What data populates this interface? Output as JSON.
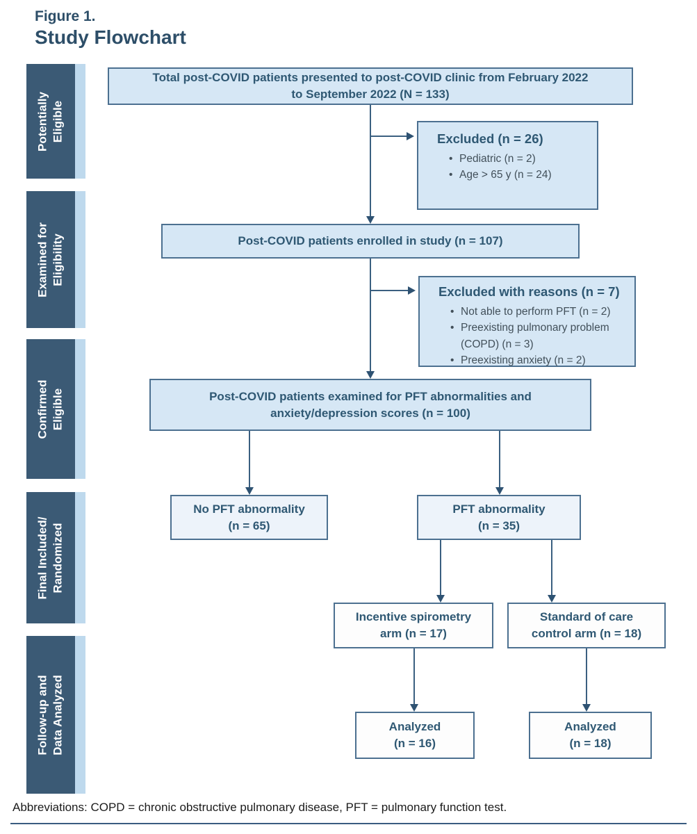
{
  "figure": {
    "label": "Figure 1.",
    "title": "Study Flowchart"
  },
  "stages": [
    {
      "label": "Potentially\nEligible"
    },
    {
      "label": "Examined for\nEligibility"
    },
    {
      "label": "Confirmed\nEligible"
    },
    {
      "label": "Final Included/\nRandomized"
    },
    {
      "label": "Follow-up and\nData Analyzed"
    }
  ],
  "nodes": {
    "total": {
      "text": "Total post-COVID patients presented to post-COVID clinic from February 2022\nto September 2022 (N = 133)"
    },
    "excluded1": {
      "title": "Excluded (n = 26)",
      "items": [
        "Pediatric (n = 2)",
        "Age > 65 y (n = 24)"
      ]
    },
    "enrolled": {
      "text": "Post-COVID patients enrolled in study (n = 107)"
    },
    "excluded2": {
      "title": "Excluded with reasons (n = 7)",
      "items": [
        "Not able to perform PFT (n = 2)",
        "Preexisting pulmonary problem (COPD) (n = 3)",
        "Preexisting anxiety (n = 2)"
      ]
    },
    "examined": {
      "text": "Post-COVID patients examined for PFT abnormalities and\nanxiety/depression scores (n = 100)"
    },
    "no_pft": {
      "text": "No PFT abnormality\n(n = 65)"
    },
    "pft": {
      "text": "PFT abnormality\n(n = 35)"
    },
    "spirometry_arm": {
      "text": "Incentive spirometry\narm (n = 17)"
    },
    "control_arm": {
      "text": "Standard of care\ncontrol arm (n = 18)"
    },
    "analyzed_spirometry": {
      "text": "Analyzed\n(n = 16)"
    },
    "analyzed_control": {
      "text": "Analyzed\n(n = 18)"
    }
  },
  "footer": {
    "abbreviations": "Abbreviations: COPD = chronic obstructive pulmonary disease, PFT = pulmonary function test."
  },
  "colors": {
    "box_fill_blue": "#d6e7f5",
    "box_fill_pale": "#edf3fa",
    "box_fill_white": "#fdfdfd",
    "box_border": "#4c7090",
    "box_text": "#2f5873",
    "bullet_text": "#42505a",
    "sidebar_dark": "#3b5a75",
    "sidebar_light_strip": "#bed9ed",
    "arrow": "#3a5f80",
    "title_text": "#2d4e68",
    "footer_rule": "#3a5c80"
  }
}
